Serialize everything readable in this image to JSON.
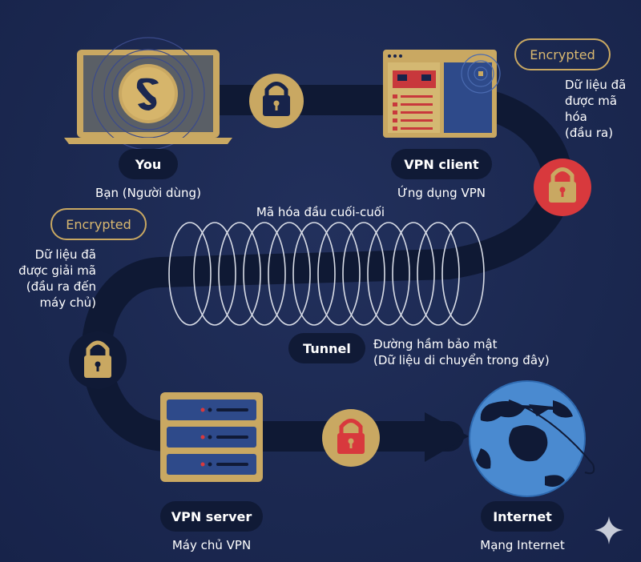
{
  "nodes": {
    "you": {
      "label": "You",
      "caption": "Bạn (Người dùng)"
    },
    "vpn_client": {
      "label": "VPN client",
      "caption": "Ứng dụng VPN"
    },
    "vpn_server": {
      "label": "VPN server",
      "caption": "Máy chủ VPN"
    },
    "internet": {
      "label": "Internet",
      "caption": "Mạng Internet"
    },
    "tunnel": {
      "label": "Tunnel",
      "caption_line1": "Đường hầm bảo mật",
      "caption_line2": "(Dữ liệu di chuyển trong đây)"
    }
  },
  "badges": {
    "encrypted_right": {
      "label": "Encrypted",
      "note": "Dữ liệu đã\nđược mã hóa\n(đầu ra)"
    },
    "encrypted_left": {
      "label": "Encrypted",
      "note": "Dữ liệu đã\nđược giải mã\n(đầu ra đến\nmáy chủ)"
    }
  },
  "tunnel_title": "Mã hóa đầu cuối-cuối",
  "colors": {
    "background": "#1b2850",
    "path": "#0f1934",
    "gold": "#c9a862",
    "red": "#d8393d",
    "pill": "#101a36",
    "globe": "#3f7fc7"
  },
  "icons": [
    "laptop-icon",
    "surfshark-logo-icon",
    "lock-icon",
    "app-window-icon",
    "server-icon",
    "globe-icon",
    "sparkle-icon"
  ]
}
